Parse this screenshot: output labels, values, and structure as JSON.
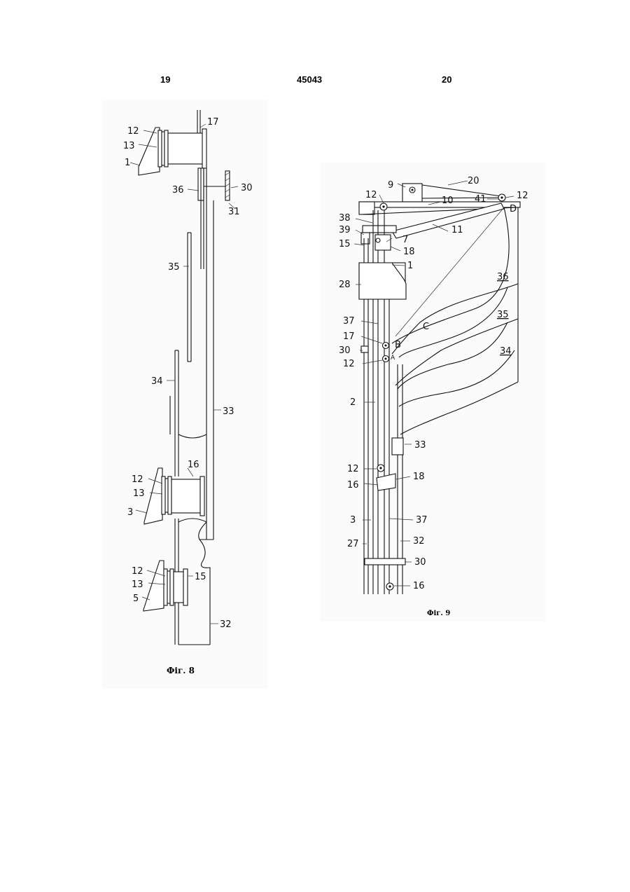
{
  "header": {
    "page_left": "19",
    "patent_number": "45043",
    "page_right": "20"
  },
  "figure8": {
    "caption": "Фіг. 8",
    "labels": {
      "l17": "17",
      "l12a": "12",
      "l13a": "13",
      "l1": "1",
      "l36": "36",
      "l30": "30",
      "l31": "31",
      "l35": "35",
      "l34": "34",
      "l33": "33",
      "l12b": "12",
      "l16": "16",
      "l13b": "13",
      "l3": "3",
      "l12c": "12",
      "l13c": "13",
      "l15": "15",
      "l5": "5",
      "l32": "32"
    }
  },
  "figure9": {
    "caption": "Фіг. 9",
    "labels": {
      "l9": "9",
      "l20": "20",
      "l12a": "12",
      "l10": "10",
      "l41": "41",
      "l12b": "12",
      "lD": "D",
      "l38": "38",
      "l39": "39",
      "l11": "11",
      "l7": "7",
      "l15": "15",
      "l18a": "18",
      "l1": "1",
      "l36": "36",
      "l28": "28",
      "l37a": "37",
      "l35": "35",
      "lC": "C",
      "l17": "17",
      "lB": "B",
      "l30a": "30",
      "lA": "A",
      "l12c": "12",
      "l34": "34",
      "l2": "2",
      "l33": "33",
      "l12d": "12",
      "l18b": "18",
      "l16a": "16",
      "l3": "3",
      "l37b": "37",
      "l27": "27",
      "l32": "32",
      "l30b": "30",
      "l16b": "16"
    }
  }
}
